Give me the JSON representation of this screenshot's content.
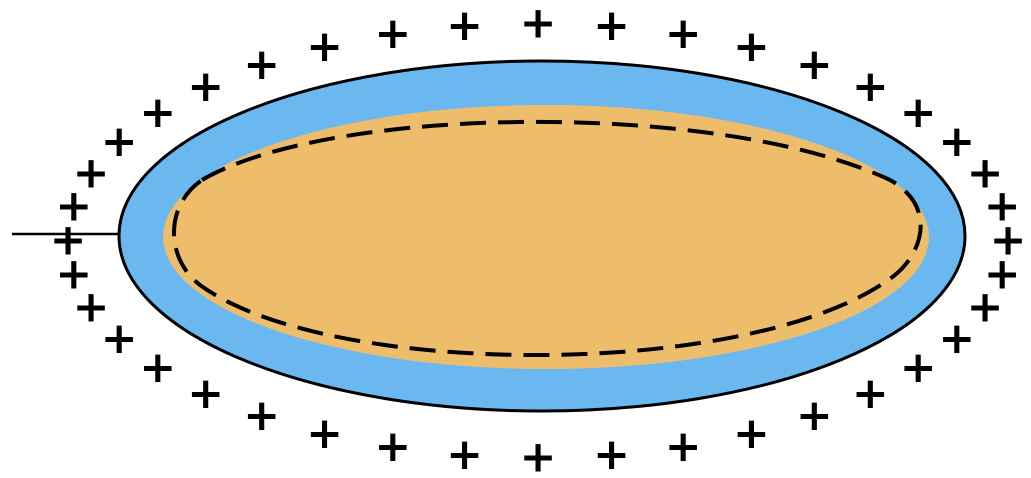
{
  "diagram": {
    "colors": {
      "background": "#ffffff",
      "outer_layer": "#6bb8f0",
      "inner_region": "#edbd6c",
      "stroke": "#000000"
    },
    "outer_charge_symbol": "+",
    "outer_charge_count": 40,
    "boundary_styles": {
      "outer": "solid",
      "inner": "dashed"
    },
    "lead_line": "solid"
  }
}
